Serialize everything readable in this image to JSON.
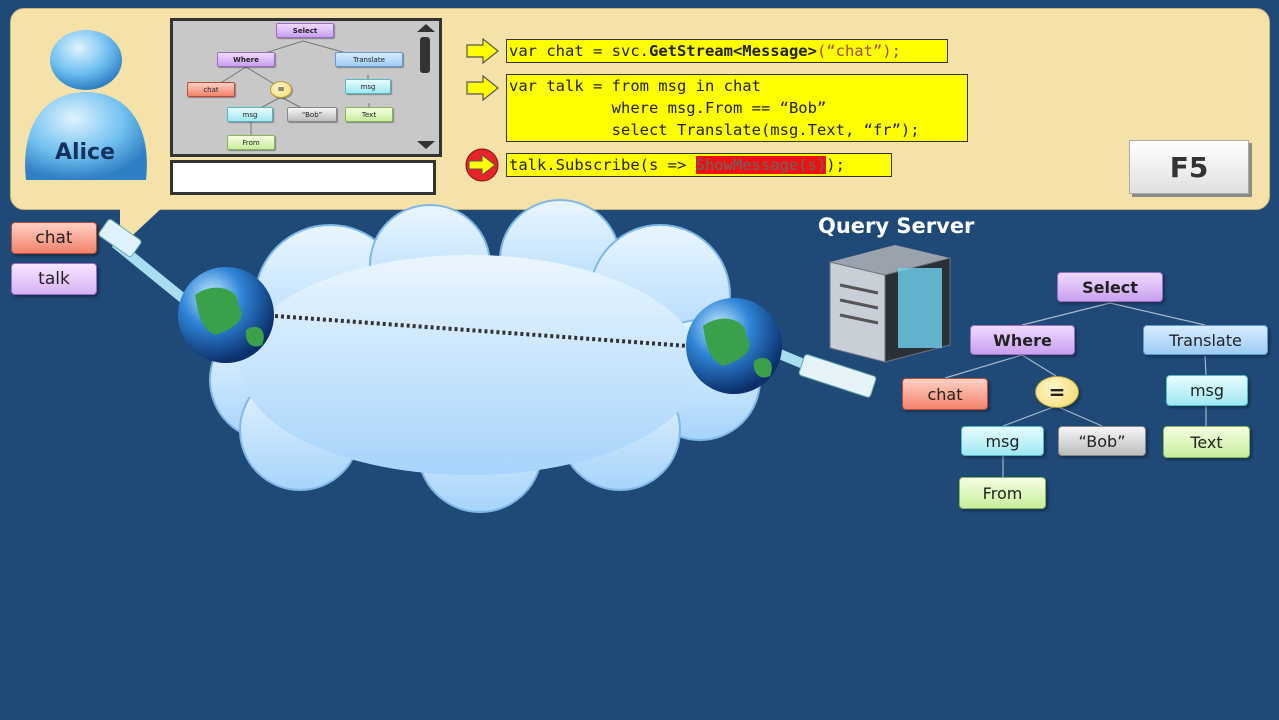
{
  "user": {
    "name": "Alice"
  },
  "mini_tree": {
    "select": "Select",
    "where": "Where",
    "translate": "Translate",
    "chat": "chat",
    "eq": "=",
    "msg": "msg",
    "bob": "“Bob”",
    "msg2": "msg",
    "text": "Text",
    "from": "From"
  },
  "code": {
    "line1": {
      "pre": "var chat = svc.",
      "bold": "GetStream<Message>",
      "post": "(“chat”);"
    },
    "line2a": "var talk = from msg in chat",
    "line2b": "           where msg.From == “Bob”",
    "line2c": "           select Translate(msg.Text, “fr”);",
    "line3": {
      "pre": "talk.Subscribe(s => ",
      "hl": "ShowMessage(s)",
      "post": ");"
    }
  },
  "f5_label": "F5",
  "server": {
    "label": "Query Server"
  },
  "sidebar": {
    "chat": "chat",
    "talk": "talk"
  },
  "tree": {
    "select": "Select",
    "where": "Where",
    "translate": "Translate",
    "chat": "chat",
    "eq": "=",
    "msg": "msg",
    "bob": "“Bob”",
    "msg2": "msg",
    "text": "Text",
    "from": "From"
  },
  "colors": {
    "background": "#1f4a78",
    "panel": "#f4e2a8",
    "code_highlight": "#ffff00",
    "error_highlight": "#ee1111",
    "select_node": "#c9a0ef",
    "source_node": "#f2826a"
  }
}
